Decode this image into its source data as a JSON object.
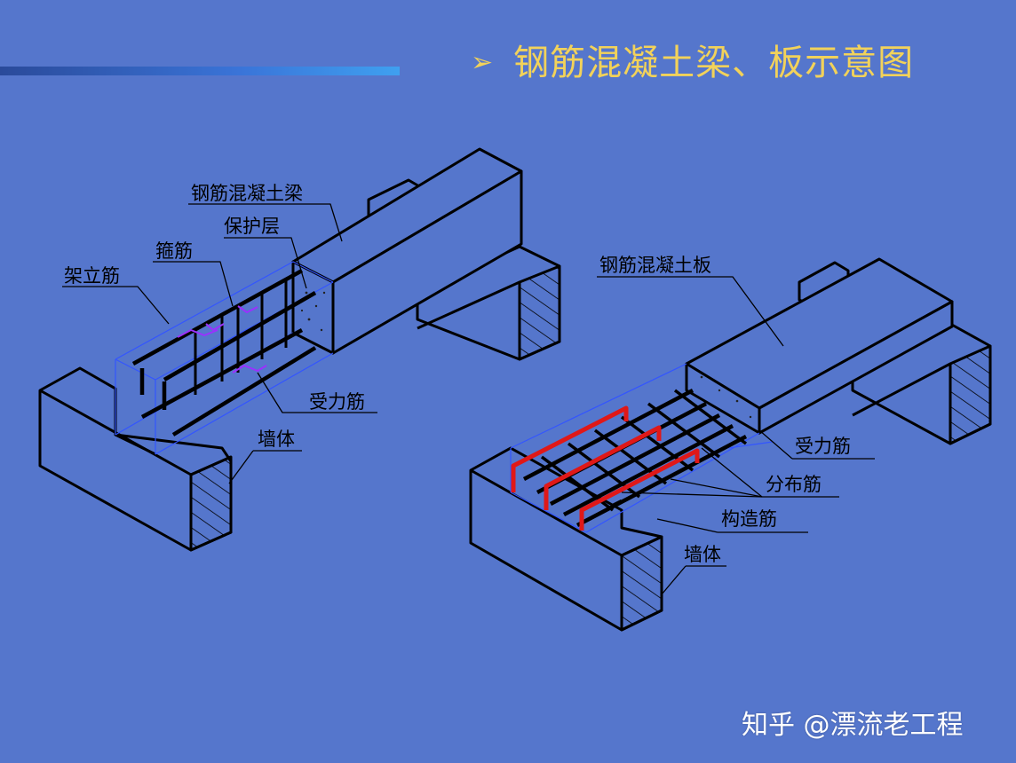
{
  "title": {
    "arrow": "➢",
    "text": "钢筋混凝土梁、板示意图"
  },
  "beam_diagram": {
    "labels": {
      "beam": "钢筋混凝土梁",
      "cover": "保护层",
      "stirrup": "箍筋",
      "erection_bar": "架立筋",
      "main_bar": "受力筋",
      "wall": "墙体"
    }
  },
  "slab_diagram": {
    "labels": {
      "slab": "钢筋混凝土板",
      "main_bar": "受力筋",
      "distribution_bar": "分布筋",
      "structural_bar": "构造筋",
      "wall": "墙体"
    }
  },
  "watermark": "知乎 @漂流老工程",
  "colors": {
    "background": "#5576cc",
    "title": "#f2d25a",
    "outline": "#000000",
    "leader_line": "#3355ff",
    "structural_bar_red": "#e01818",
    "stirrup_purple": "#9b30ff"
  }
}
